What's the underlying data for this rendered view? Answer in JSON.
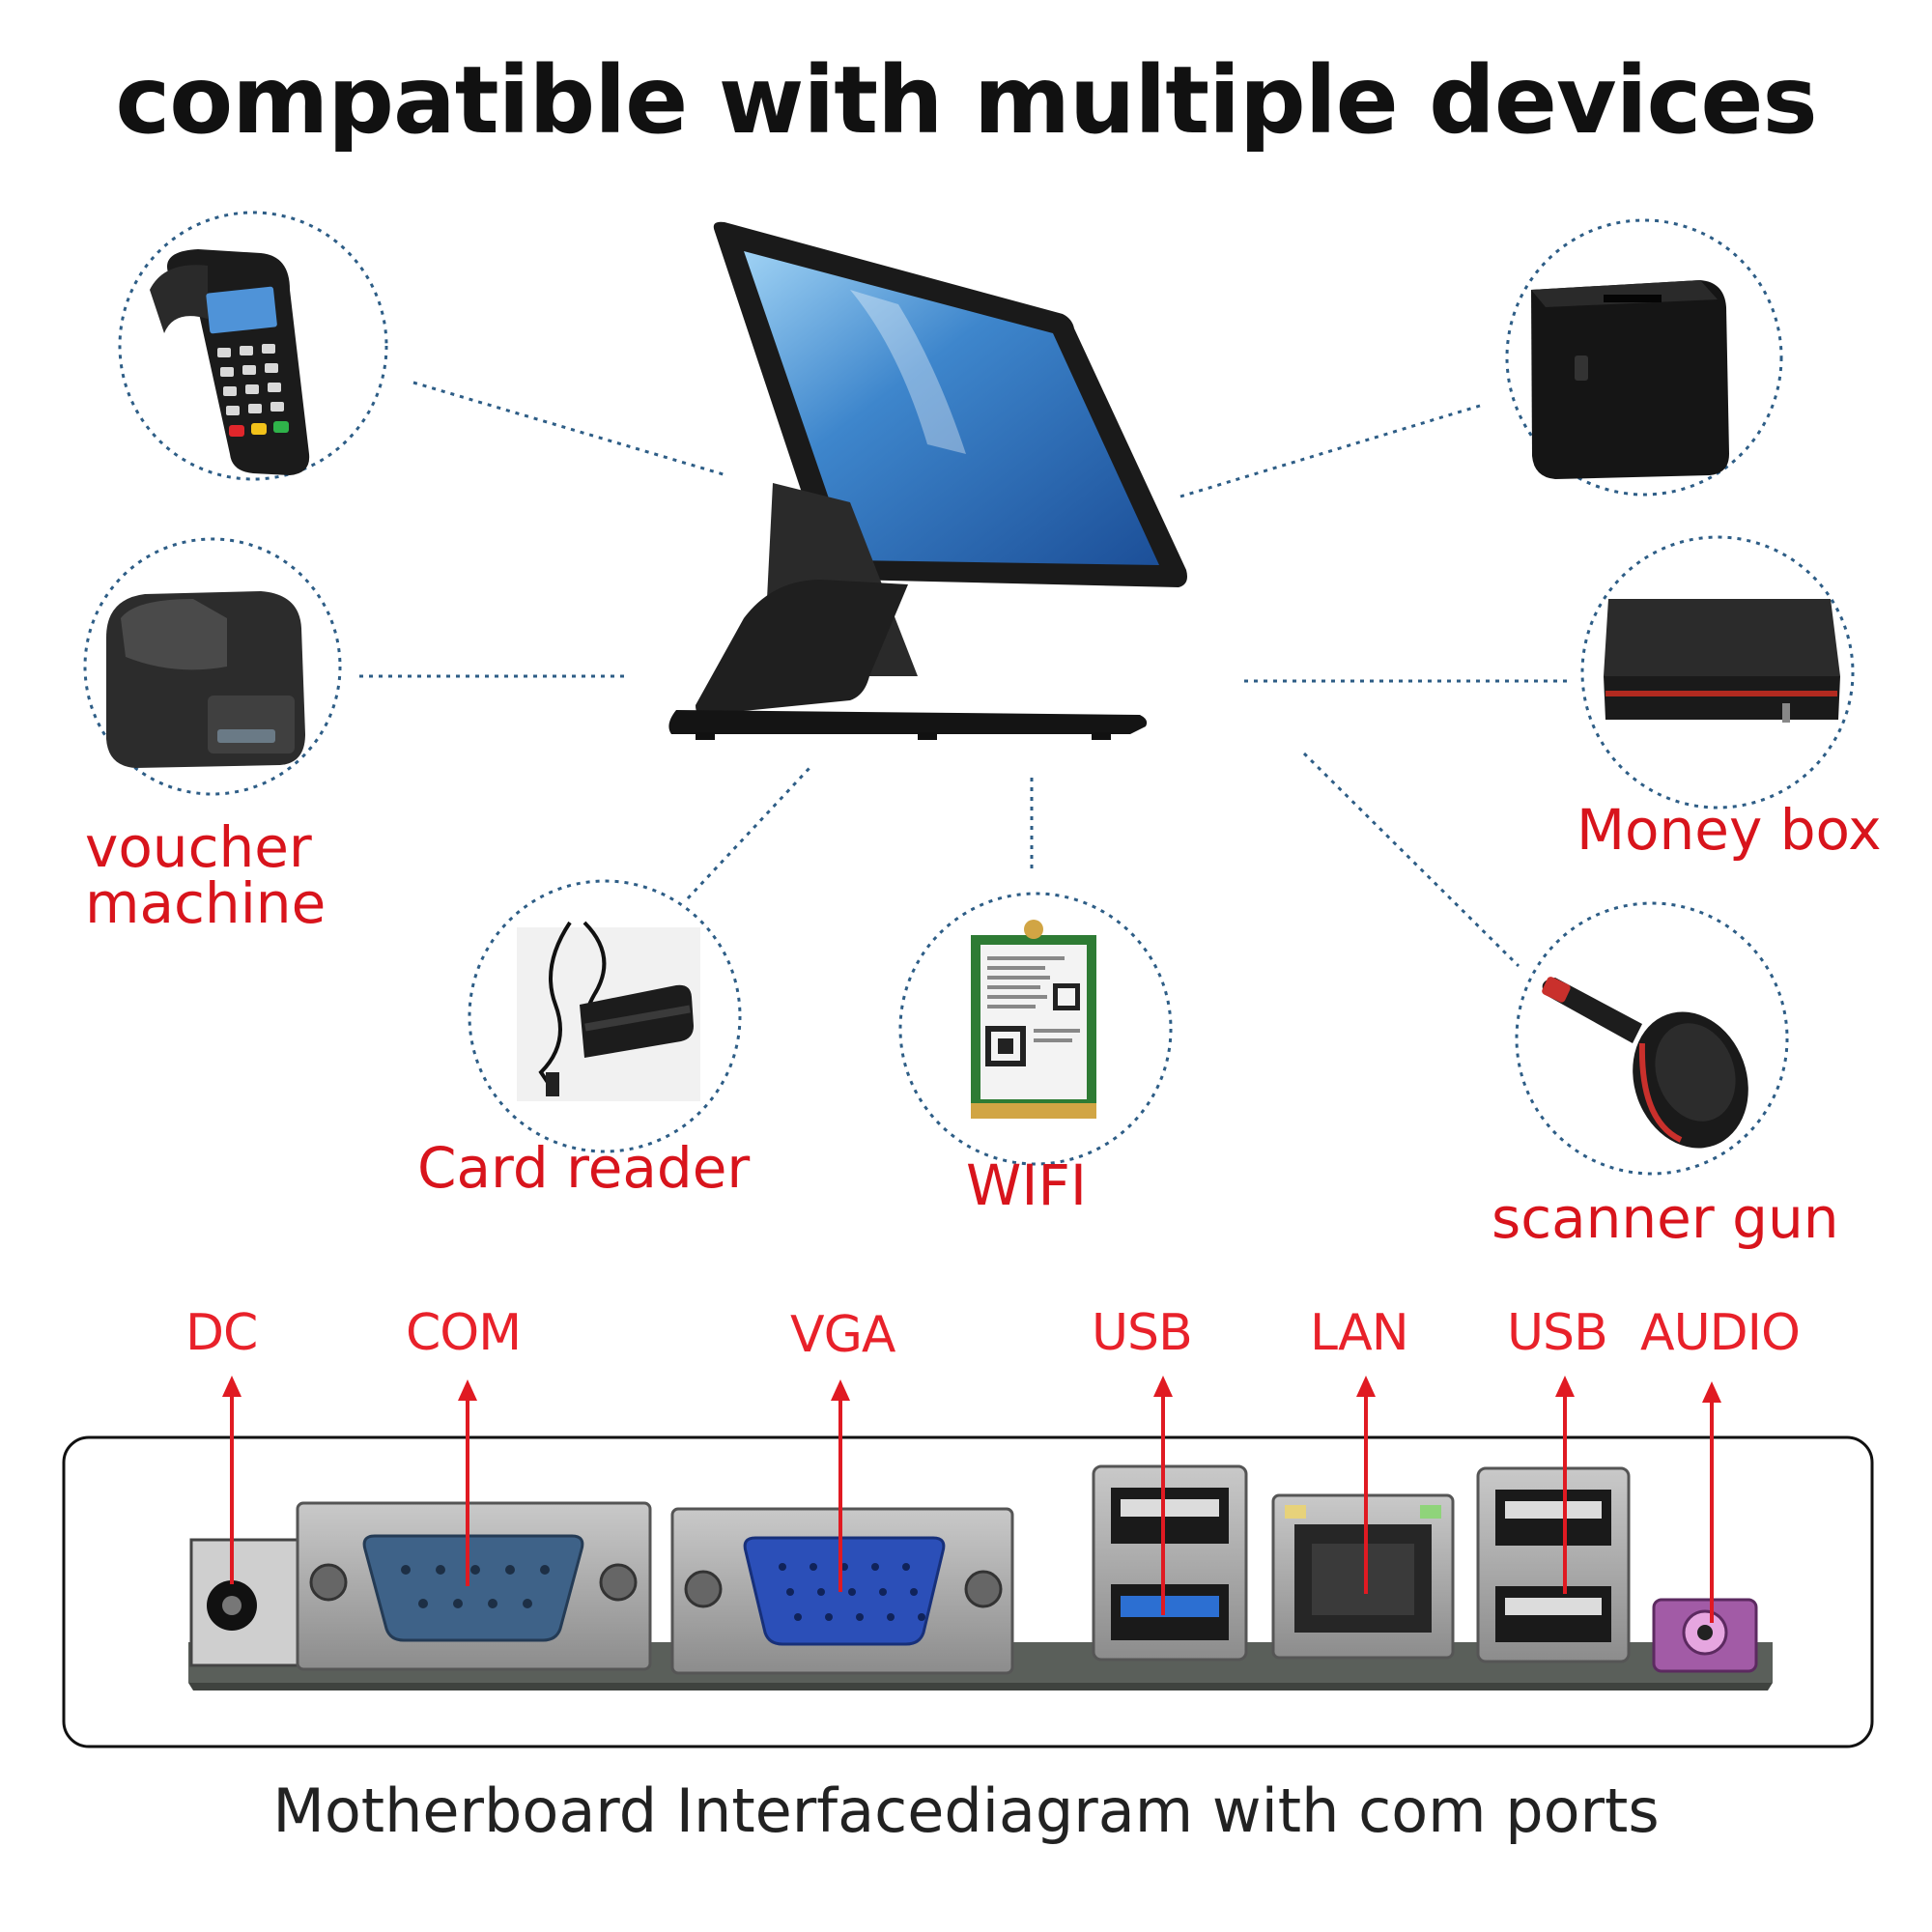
{
  "title": "compatible with multiple devices",
  "devices": {
    "voucher_machine": "voucher\nmachine",
    "card_reader": "Card reader",
    "wifi": "WIFI",
    "money_box": "Money box",
    "scanner_gun": "scanner gun"
  },
  "ports": {
    "dc": "DC",
    "com": "COM",
    "vga": "VGA",
    "usb": "USB",
    "lan": "LAN",
    "usb2": "USB",
    "audio": "AUDIO"
  },
  "caption": "Motherboard Interfacediagram with com ports",
  "colors": {
    "label_red": "#d8141c",
    "dotted_line": "#2d5d86",
    "arrow_red": "#e01a22"
  }
}
